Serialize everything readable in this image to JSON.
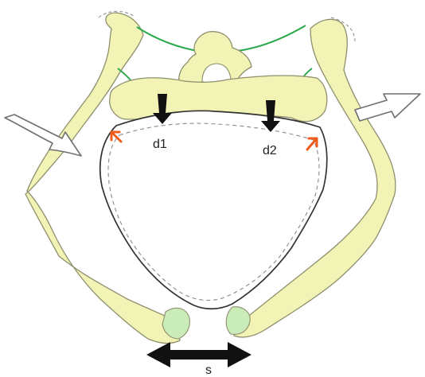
{
  "labels": {
    "d1": "d1",
    "d2": "d2",
    "s": "s"
  },
  "colors": {
    "bone_fill": "#f2f4b6",
    "bone_stroke": "#8e8f6d",
    "ligament": "#2ba84a",
    "cartilage": "#c9ecb8",
    "force_arrow": "#111111",
    "joint_arrow": "#f05a1a",
    "outward_arrow_fill": "#ffffff",
    "outward_arrow_stroke": "#6f6f6f",
    "outline_dashed": "#8a8a8a"
  },
  "icons": {
    "left_outward": "hollow-double-arrow-icon",
    "right_outward": "hollow-double-arrow-icon",
    "symphysis_spread": "double-headed-arrow-icon",
    "sacral_load": "down-arrow-icon",
    "sacroiliac_joint": "small-arrow-icon"
  }
}
